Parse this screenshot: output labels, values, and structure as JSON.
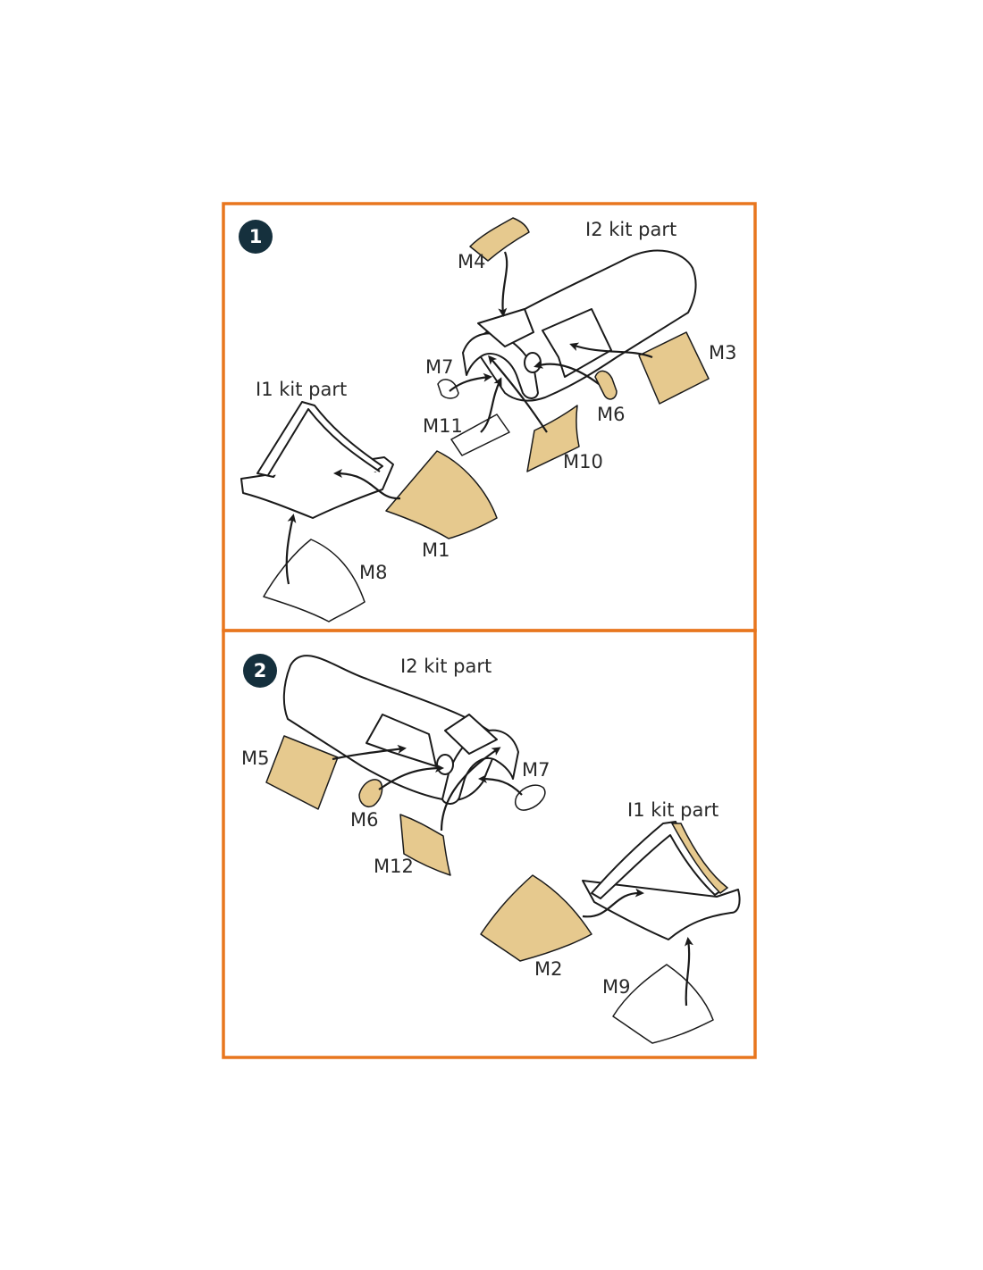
{
  "colors": {
    "frame": "#e8761e",
    "mask": "#e6c98e",
    "badge": "#15303d",
    "line": "#1a1a1a"
  },
  "step1": {
    "number": "1",
    "labels": {
      "i2": "I2 kit part",
      "i1": "I1 kit part",
      "m1": "M1",
      "m3": "M3",
      "m4": "M4",
      "m6": "M6",
      "m7": "M7",
      "m8": "M8",
      "m10": "M10",
      "m11": "M11"
    }
  },
  "step2": {
    "number": "2",
    "labels": {
      "i2": "I2 kit part",
      "i1": "I1 kit part",
      "m2": "M2",
      "m5": "M5",
      "m6": "M6",
      "m7": "M7",
      "m9": "M9",
      "m12": "M12"
    }
  }
}
